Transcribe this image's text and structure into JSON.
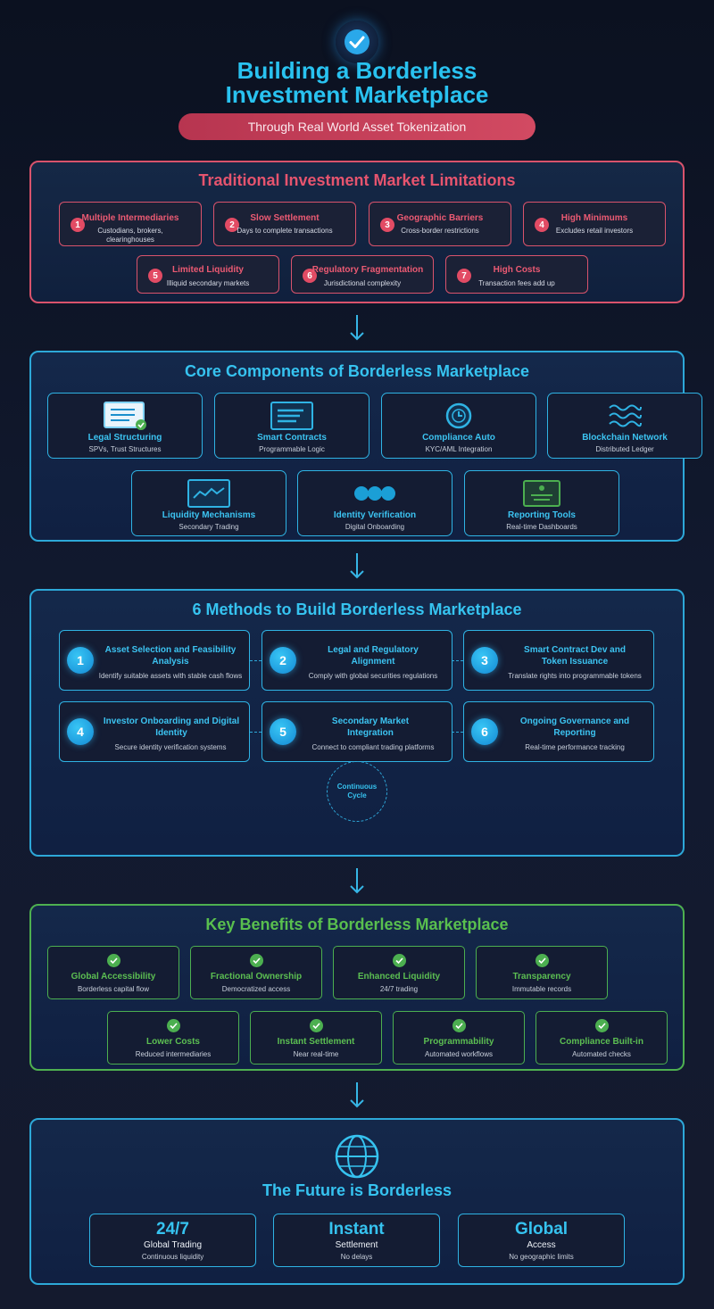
{
  "header": {
    "title_line1": "Building a Borderless",
    "title_line2": "Investment Marketplace",
    "subtitle": "Through Real World Asset Tokenization",
    "icon": "checkmark-icon"
  },
  "limitations": {
    "title": "Traditional Investment Market Limitations",
    "items": [
      {
        "num": "1",
        "title": "Multiple Intermediaries",
        "desc": "Custodians, brokers, clearinghouses"
      },
      {
        "num": "2",
        "title": "Slow Settlement",
        "desc": "Days to complete transactions"
      },
      {
        "num": "3",
        "title": "Geographic Barriers",
        "desc": "Cross-border restrictions"
      },
      {
        "num": "4",
        "title": "High Minimums",
        "desc": "Excludes retail investors"
      },
      {
        "num": "5",
        "title": "Limited Liquidity",
        "desc": "Illiquid secondary markets"
      },
      {
        "num": "6",
        "title": "Regulatory Fragmentation",
        "desc": "Jurisdictional complexity"
      },
      {
        "num": "7",
        "title": "High Costs",
        "desc": "Transaction fees add up"
      }
    ]
  },
  "components": {
    "title": "Core Components of Borderless Marketplace",
    "items": [
      {
        "title": "Legal Structuring",
        "desc": "SPVs, Trust Structures",
        "icon": "document-check-icon"
      },
      {
        "title": "Smart Contracts",
        "desc": "Programmable Logic",
        "icon": "code-lines-icon"
      },
      {
        "title": "Compliance Auto",
        "desc": "KYC/AML Integration",
        "icon": "clock-icon"
      },
      {
        "title": "Blockchain Network",
        "desc": "Distributed Ledger",
        "icon": "wave-icon"
      },
      {
        "title": "Liquidity Mechanisms",
        "desc": "Secondary Trading",
        "icon": "line-chart-icon"
      },
      {
        "title": "Identity Verification",
        "desc": "Digital Onboarding",
        "icon": "circles-icon"
      },
      {
        "title": "Reporting Tools",
        "desc": "Real-time Dashboards",
        "icon": "dashboard-icon"
      }
    ]
  },
  "methods": {
    "title": "6 Methods to Build Borderless Marketplace",
    "items": [
      {
        "num": "1",
        "title": "Asset Selection and Feasibility Analysis",
        "desc": "Identify suitable assets with stable cash flows"
      },
      {
        "num": "2",
        "title": "Legal and Regulatory Alignment",
        "desc": "Comply with global securities regulations"
      },
      {
        "num": "3",
        "title": "Smart Contract Dev and Token Issuance",
        "desc": "Translate rights into programmable tokens"
      },
      {
        "num": "4",
        "title": "Investor Onboarding and Digital Identity",
        "desc": "Secure identity verification systems"
      },
      {
        "num": "5",
        "title": "Secondary Market Integration",
        "desc": "Connect to compliant trading platforms"
      },
      {
        "num": "6",
        "title": "Ongoing Governance and Reporting",
        "desc": "Real-time performance tracking"
      }
    ],
    "cycle_label": "Continuous Cycle"
  },
  "benefits": {
    "title": "Key Benefits of Borderless Marketplace",
    "items": [
      {
        "title": "Global Accessibility",
        "desc": "Borderless capital flow"
      },
      {
        "title": "Fractional Ownership",
        "desc": "Democratized access"
      },
      {
        "title": "Enhanced Liquidity",
        "desc": "24/7 trading"
      },
      {
        "title": "Transparency",
        "desc": "Immutable records"
      },
      {
        "title": "Lower Costs",
        "desc": "Reduced intermediaries"
      },
      {
        "title": "Instant Settlement",
        "desc": "Near real-time"
      },
      {
        "title": "Programmability",
        "desc": "Automated workflows"
      },
      {
        "title": "Compliance Built-in",
        "desc": "Automated checks"
      }
    ]
  },
  "future": {
    "title": "The Future is Borderless",
    "icon": "globe-icon",
    "stats": [
      {
        "big": "24/7",
        "label": "Global Trading",
        "desc": "Continuous liquidity"
      },
      {
        "big": "Instant",
        "label": "Settlement",
        "desc": "No delays"
      },
      {
        "big": "Global",
        "label": "Access",
        "desc": "No geographic limits"
      }
    ]
  },
  "colors": {
    "accent_blue": "#36c3f0",
    "accent_red": "#e6546e",
    "accent_green": "#59bf4e",
    "background": "#0b1120"
  }
}
